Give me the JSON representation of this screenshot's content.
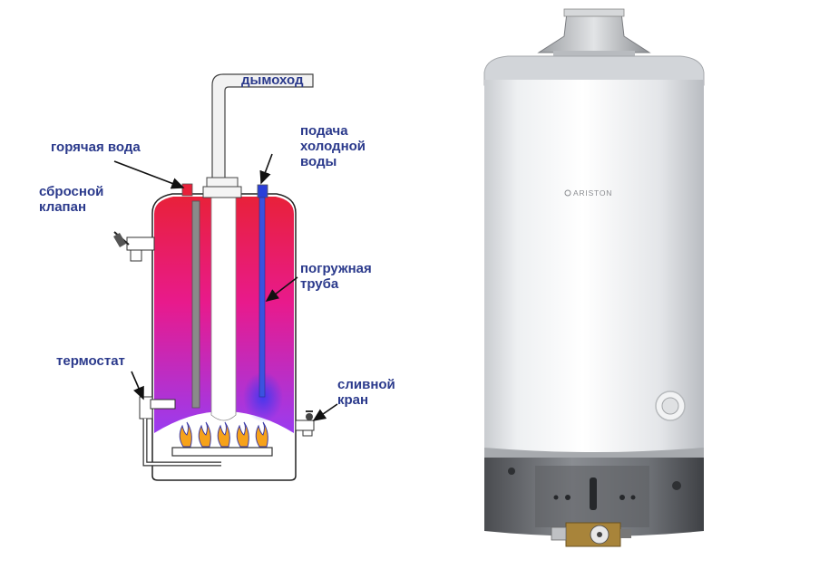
{
  "labels": {
    "chimney": "дымоход",
    "hot_water": "горячая вода",
    "relief_valve": "сбросной\nклапан",
    "cold_water_supply": "подача\nхолодной\nводы",
    "dip_tube": "погружная\nтруба",
    "thermostat": "термостат",
    "drain_valve": "сливной\nкран"
  },
  "brand": "ARISTON",
  "colors": {
    "label_text": "#2b3a8c",
    "tank_top": "#e8213a",
    "tank_mid": "#e81a8c",
    "tank_bottom": "#9a3cf0",
    "hot_pipe": "#e8213a",
    "cold_pipe": "#2a3fd8",
    "flame": "#f6a21a"
  },
  "icons": [
    "burner-flame-icon",
    "valve-icon",
    "ariston-logo-icon"
  ]
}
